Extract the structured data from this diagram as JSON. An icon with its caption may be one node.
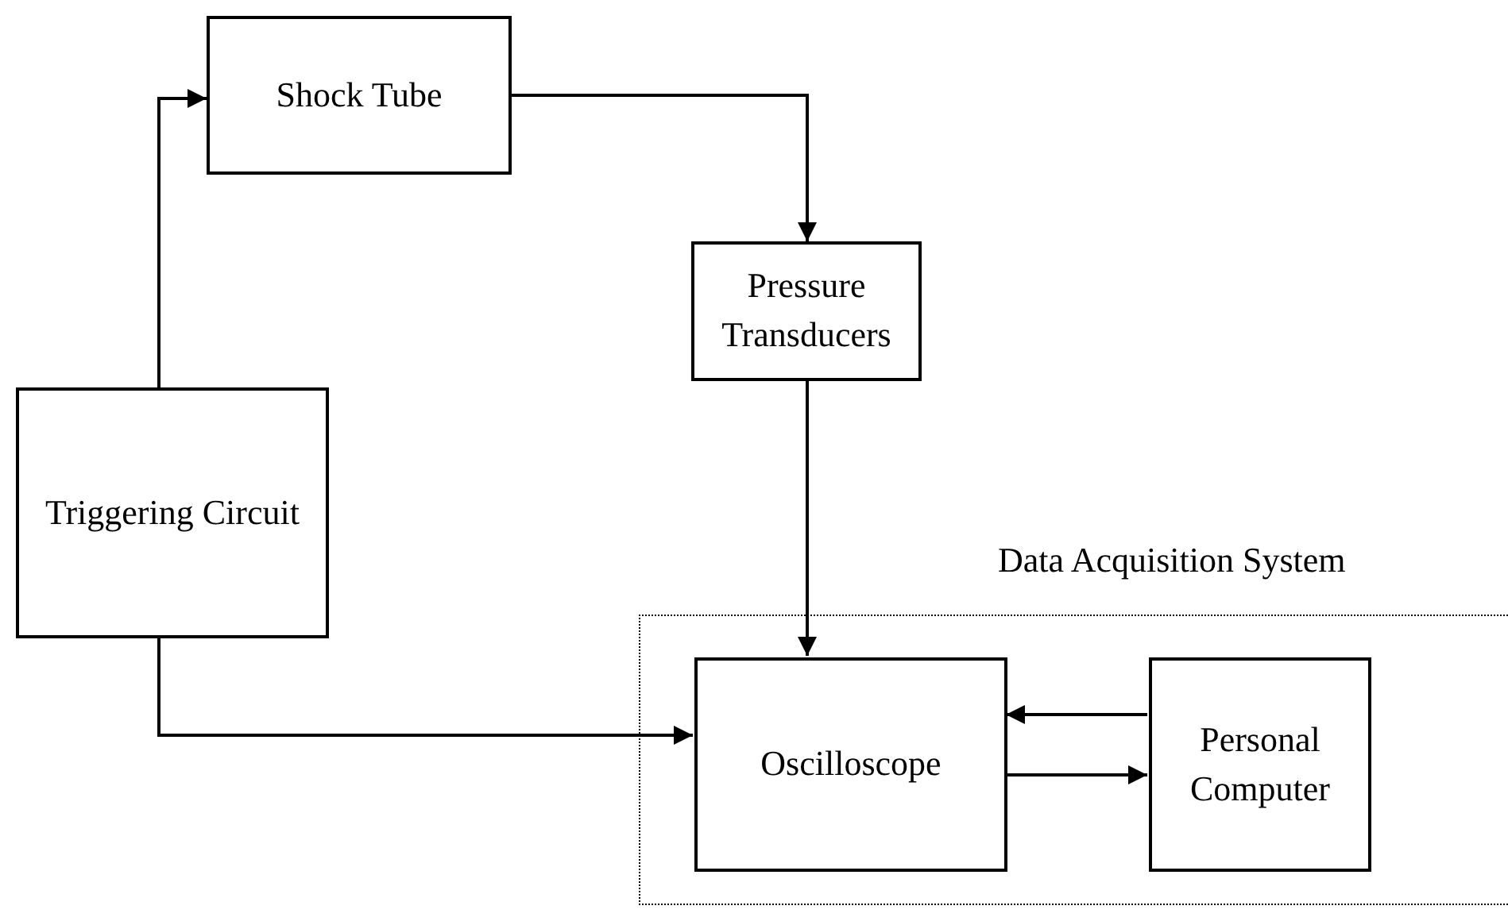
{
  "diagram": {
    "nodes": [
      {
        "text": [
          "Shock Tube"
        ]
      },
      {
        "text": [
          "Pressure Transducers"
        ]
      },
      {
        "text": [
          "Triggering Circuit"
        ]
      },
      {
        "text": [
          "Data Acquisition System"
        ]
      },
      {
        "text": [
          "Oscilloscope"
        ],
        "in": 3
      },
      {
        "text": [
          "Personal Computer"
        ],
        "in": 3
      }
    ],
    "edges": [
      {
        "from": 2,
        "to": 0,
        "arrow": "to"
      },
      {
        "from": 0,
        "to": 1,
        "arrow": "to"
      },
      {
        "from": 1,
        "to": 4,
        "arrow": "to"
      },
      {
        "from": 2,
        "to": 4,
        "arrow": "to"
      },
      {
        "from": 5,
        "to": 4,
        "arrow": "to"
      },
      {
        "from": 4,
        "to": 5,
        "arrow": "to"
      }
    ]
  }
}
